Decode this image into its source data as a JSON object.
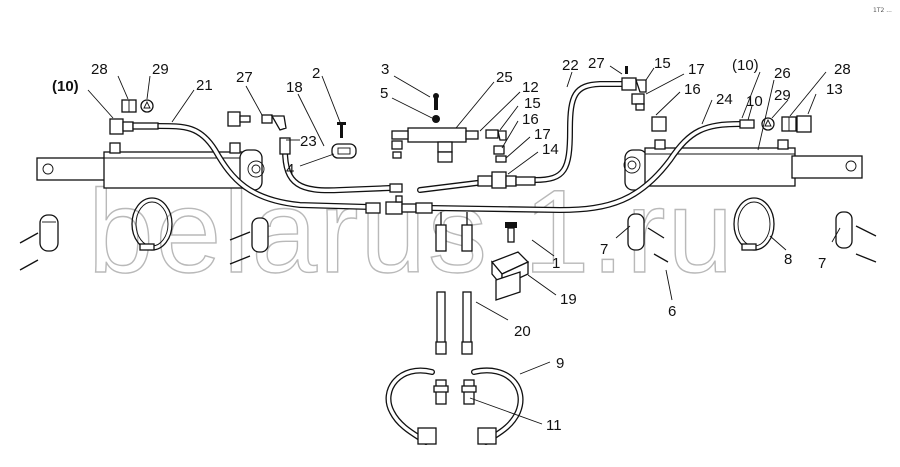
{
  "watermark": "belarus 1.ru",
  "corner_mark": "1T2 ...",
  "callouts": {
    "l28": "28",
    "l29a": "29",
    "l10a": "(10)",
    "l21": "21",
    "l27a": "27",
    "l18": "18",
    "l2": "2",
    "l23": "23",
    "l4": "4",
    "l3": "3",
    "l5": "5",
    "l25": "25",
    "l12": "12",
    "l15a": "15",
    "l16a": "16",
    "l17a": "17",
    "l14": "14",
    "l22": "22",
    "l27b": "27",
    "l15b": "15",
    "l17b": "17",
    "l16b": "16",
    "l24": "24",
    "l10b": "(10)",
    "l26": "26",
    "l28b": "28",
    "l29b": "29",
    "l13": "13",
    "l10c": "10",
    "l1": "1",
    "l19": "19",
    "l20": "20",
    "l7a": "7",
    "l8": "8",
    "l7b": "7",
    "l6": "6",
    "l9": "9",
    "l11": "11"
  }
}
